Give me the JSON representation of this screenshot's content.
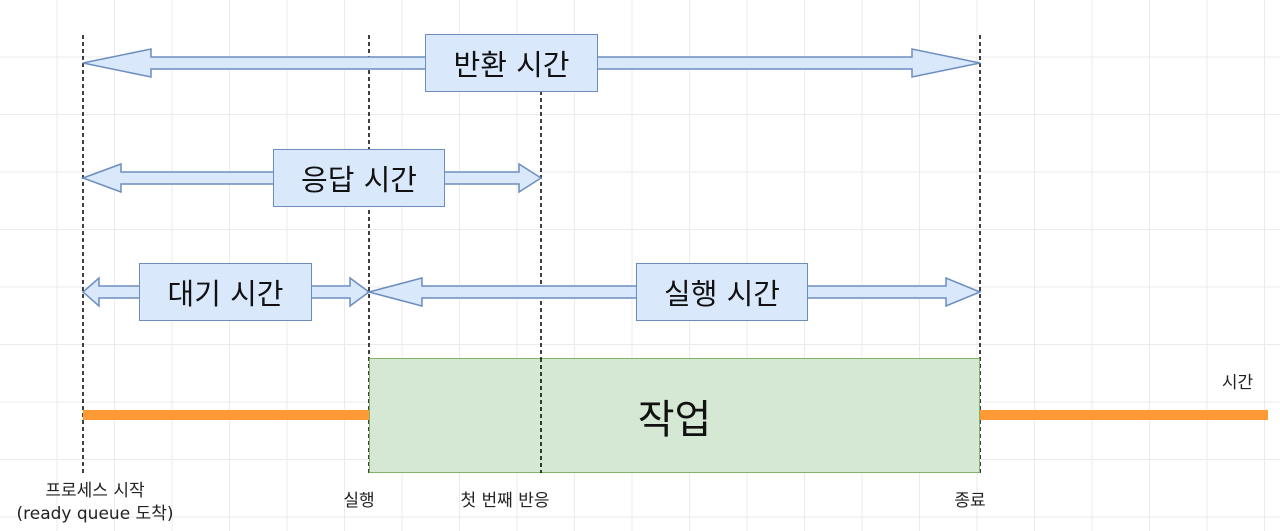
{
  "labels": {
    "turnaround": "반환 시간",
    "response": "응답 시간",
    "waiting": "대기 시간",
    "execution": "실행 시간",
    "work": "작업",
    "axis": "시간"
  },
  "ticks": {
    "start_line1": "프로세스 시작",
    "start_line2": "(ready queue 도착)",
    "exec": "실행",
    "first_response": "첫 번째 반응",
    "end": "종료"
  },
  "colors": {
    "arrow_fill": "#dae8fc",
    "arrow_stroke": "#6c8ebf",
    "work_fill": "#d5e8d4",
    "work_stroke": "#82b366",
    "timeline": "#ff9933"
  }
}
